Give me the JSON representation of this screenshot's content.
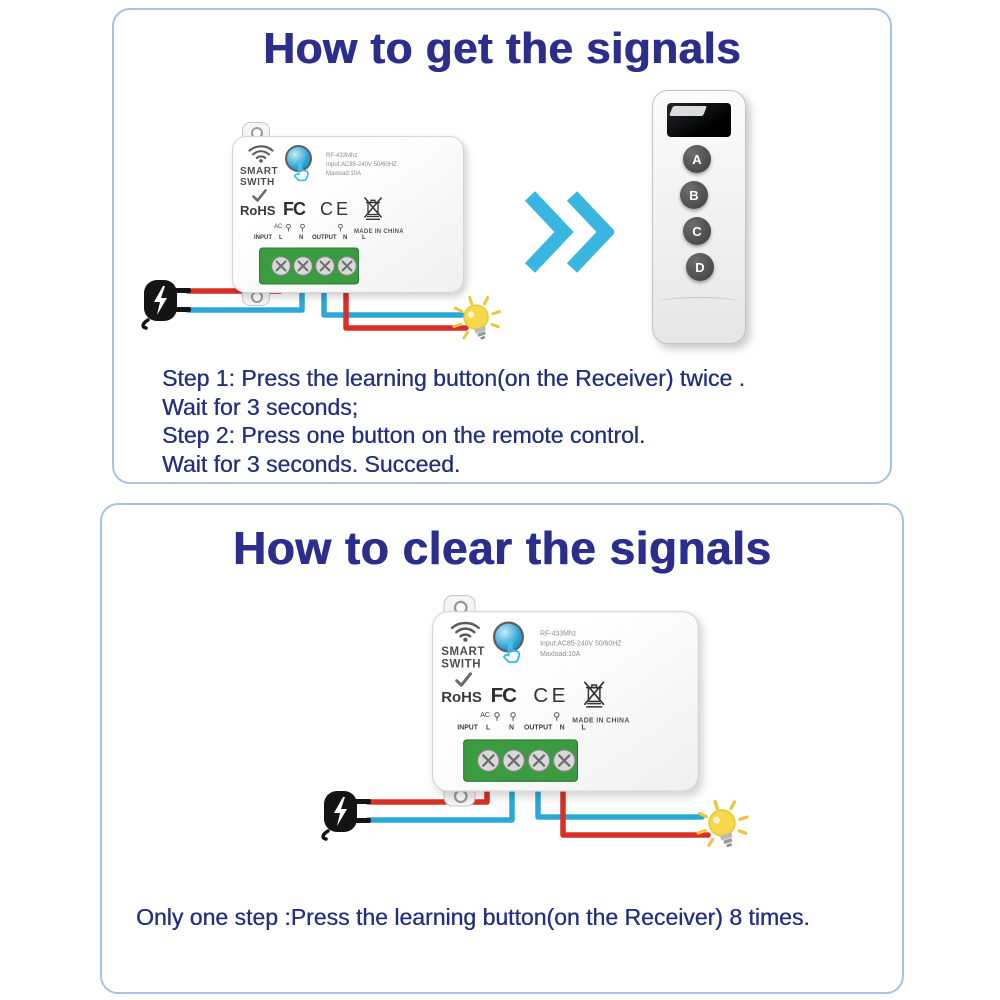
{
  "panel_top": {
    "title": "How to get the signals",
    "steps": [
      "Step 1: Press the learning button(on the Receiver) twice .",
      "Wait for 3 seconds;",
      "Step 2: Press one button on the remote control.",
      "Wait for 3 seconds. Succeed."
    ]
  },
  "panel_bottom": {
    "title": "How to clear the signals",
    "instruction": "Only one step :Press the learning button(on the Receiver) 8 times."
  },
  "device": {
    "brand_top": "SMART",
    "brand_bottom": "SWITH",
    "rohs_label": "RoHS",
    "fcc_label": "FC",
    "ce_label": "CE",
    "made_in_label": "MADE IN CHINA",
    "spec_lines": [
      "RF-433Mhz",
      "Input:AC85-240V 50/60HZ",
      "Maxload:10A"
    ],
    "ac_label": "AC",
    "input_label": "INPUT",
    "input_l": "L",
    "input_n": "N",
    "output_label": "OUTPUT",
    "output_n": "N",
    "output_l": "L"
  },
  "remote": {
    "buttons": [
      "A",
      "B",
      "C",
      "D"
    ]
  },
  "colors": {
    "title_navy": "#2b2e8a",
    "body_text_navy": "#22307f",
    "panel_border_blue": "#a4c4e4",
    "wire_red": "#d93025",
    "wire_blue": "#2ba8d8",
    "chevron_cyan": "#38b6e0",
    "terminal_green": "#3a9b41",
    "learn_button_blue": "#2a9fd0",
    "bulb_yellow": "#f7d84a"
  }
}
